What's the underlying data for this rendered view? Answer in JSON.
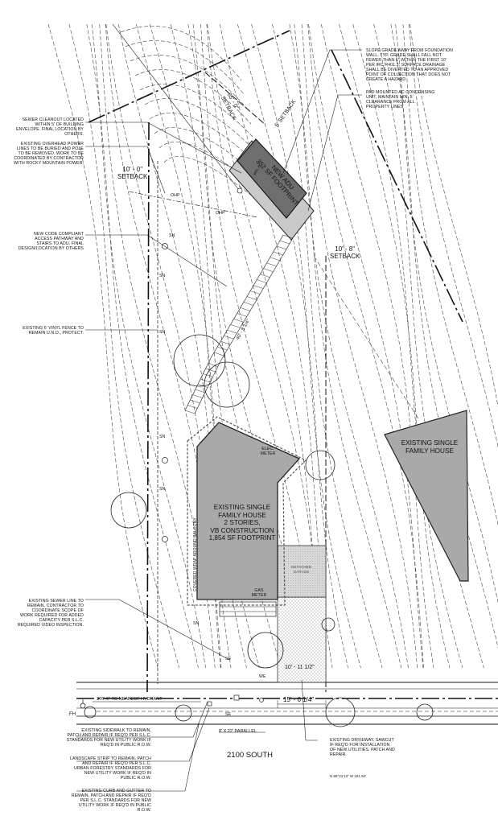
{
  "notes_left": {
    "sewer_cleanout": "SEWER CLEANOUT LOCATED\nWITHIN 5' OF BUILDING\nENVELOPE. FINAL LOCATION BY\nOTHERS.",
    "overhead_power": "EXISTING OVERHEAD POWER\nLINES TO BE BURIED AND POLE\nTO BE REMOVED. WORK TO BE\nCOORDINATED BY CONTRACTOR\nWITH ROCKY MOUNTAIN POWER.",
    "access_pathway": "NEW CODE COMPLIANT\nACCESS PATHWAY AND\nSTAIRS TO ADU. FINAL\nDESIGN/LOCATION BY OTHERS",
    "vinyl_fence": "EXISTING 6' VINYL FENCE TO\nREMAIN U.N.O., PROTECT.",
    "sewer_line": "EXISTING SEWER LINE TO\nREMAIN. CONTRACTOR TO\nCOORDINATE SCOPE OF\nWORK REQUIRED FOR ADDED\nCAPACITY PER S.L.C.\nREQUIRED VIDEO INSPECTION."
  },
  "notes_right": {
    "slope_grade": "SLOPE GRADE AWAY FROM FOUNDATION\nWALL, TYP. GRADE SHALL FALL NOT\nFEWER THAN 6\" WITHIN THE FIRST 10'\nPER IRC R401.3. SURFACE DRAINAGE\nSHALL BE DIVERTED TO AN APPROVED\nPOINT OF COLLECTION THAT DOES NOT\nCREATE A HAZARD",
    "ac_unit": "PAD MOUNTED AC CONDENSING\nUNIT, MAINTAIN MIN. 5'\nCLEARANCE FROM ALL\nPROPERTY LINES"
  },
  "notes_bottom": {
    "sidewalk": "EXISTING SIDEWALK TO REMAIN,\nPATCH AND REPAIR IF REQ'D PER S.L.C.\nSTANDARDS FOR NEW UTILITY WORK IF\nREQ'D IN PUBLIC R.O.W.",
    "landscape": "LANDSCAPE STRIP TO REMAIN, PATCH\nAND REPAIR IF REQ'D PER S.L.C.\nURBAN FORESTRY STANDARDS FOR\nNEW UTILITY WORK IF REQ'D IN\nPUBLIC R.O.W.",
    "curb_gutter": "EXISTING CURB AND GUTTER TO\nREMAIN, PATCH AND REPAIR IF REQ'D\nPER S.L.C. STANDARDS FOR NEW\nUTILITY WORK IF REQ'D IN PUBLIC\nR.O.W.",
    "driveway": "EXISTING DRIVEWAY, SAWCUT\nIF REQ'D FOR INSTALLATION\nOF NEW UTILITIES. PATCH AND\nREPAIR."
  },
  "dimensions": {
    "setback_left": "10' - 0\"\nSETBACK",
    "setback_right": "10' - 8\"\nSETBACK",
    "setback_top": "35' - 0\"\nSETBACK",
    "setback_top_right": "5' SETBACK",
    "hydrant_dist": "376'-0\" TO NEAREST HYDRANT",
    "frontage": "15' - 6 1/4\"",
    "side_dim": "10' - 11 1/2\"",
    "path_len": "40' - 8 1/4\"",
    "parallel": "8' X 22' PARALLEL",
    "bearing": "N 89°21'13\" W    421.94'",
    "min_clear": "MIN. 5'"
  },
  "labels": {
    "adu": "NEW ADU\n352 SF FOOTPRINT",
    "house_main": "EXISTING SINGLE\nFAMILY HOUSE\n2 STORIES,\nVB CONSTRUCTION\n1,854 SF FOOTPRINT",
    "house_neighbor": "EXISTING SINGLE\nFAMILY HOUSE",
    "balcony": "COVERED WRAP AROUND BALCONY",
    "elec_meter": "ELEC.\nMETER",
    "gas_meter": "GAS\nMETER",
    "garage": "DETACHED\nGARAGE",
    "street": "2100 SOUTH",
    "fh": "FH",
    "se": "SE",
    "we": "WE",
    "sn": "SN",
    "ohp": "OHP"
  }
}
